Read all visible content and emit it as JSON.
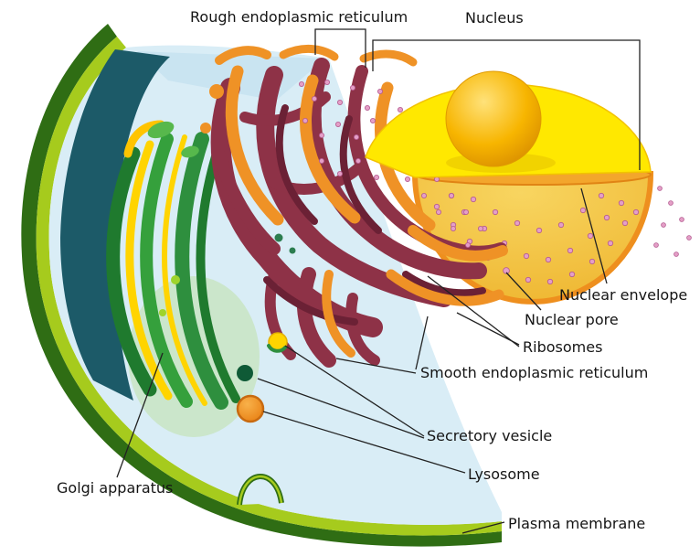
{
  "labels": {
    "rough_er": "Rough endoplasmic reticulum",
    "nucleus": "Nucleus",
    "nuclear_envelope": "Nuclear envelope",
    "nuclear_pore": "Nuclear pore",
    "ribosomes": "Ribosomes",
    "smooth_er": "Smooth endoplasmic reticulum",
    "secretory_vesicle": "Secretory vesicle",
    "lysosome": "Lysosome",
    "golgi": "Golgi apparatus",
    "plasma_membrane": "Plasma membrane"
  },
  "colors": {
    "background": "#ffffff",
    "cytoplasm": "#d9edf6",
    "cut_face_light": "#c9e4f1",
    "cut_face_dark": "#1c5a68",
    "membrane_outer_green": "#2f6d14",
    "membrane_inner_lime": "#a6cb1d",
    "golgi_dark_green": "#1f7a2e",
    "golgi_green": "#2e8f3e",
    "golgi_yellow": "#ffd400",
    "er_maroon": "#8e3247",
    "er_dark_maroon": "#6b2135",
    "er_orange": "#ef9226",
    "ribosome_pink": "#e49fc7",
    "nucleus_cap_yellow": "#ffe800",
    "nucleus_body_gold": "#f3c63e",
    "nucleus_rim_orange": "#ee8f1e",
    "nucleolus_gold": "#f0a800",
    "lysosome_orange": "#ef8e1f",
    "vesicle_dark_green": "#0f5a36",
    "label_text": "#151515",
    "leader_line": "#222222"
  }
}
